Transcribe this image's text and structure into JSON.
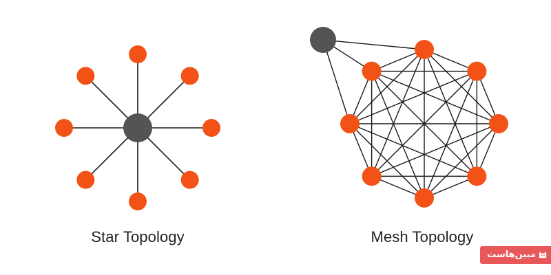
{
  "diagrams": [
    {
      "id": "star",
      "caption": "Star Topology",
      "hub_color": "#545454",
      "node_color": "#f25216",
      "node_count": 8,
      "edge_color": "#1a1a1a"
    },
    {
      "id": "mesh",
      "caption": "Mesh Topology",
      "hub_color": "#545454",
      "node_color": "#f25216",
      "node_count": 8,
      "edge_color": "#1a1a1a",
      "fully_connected": true
    }
  ],
  "watermark": {
    "text": "مبین‌هاست",
    "background": "#e8585a",
    "icon": "cat-logo-icon"
  }
}
